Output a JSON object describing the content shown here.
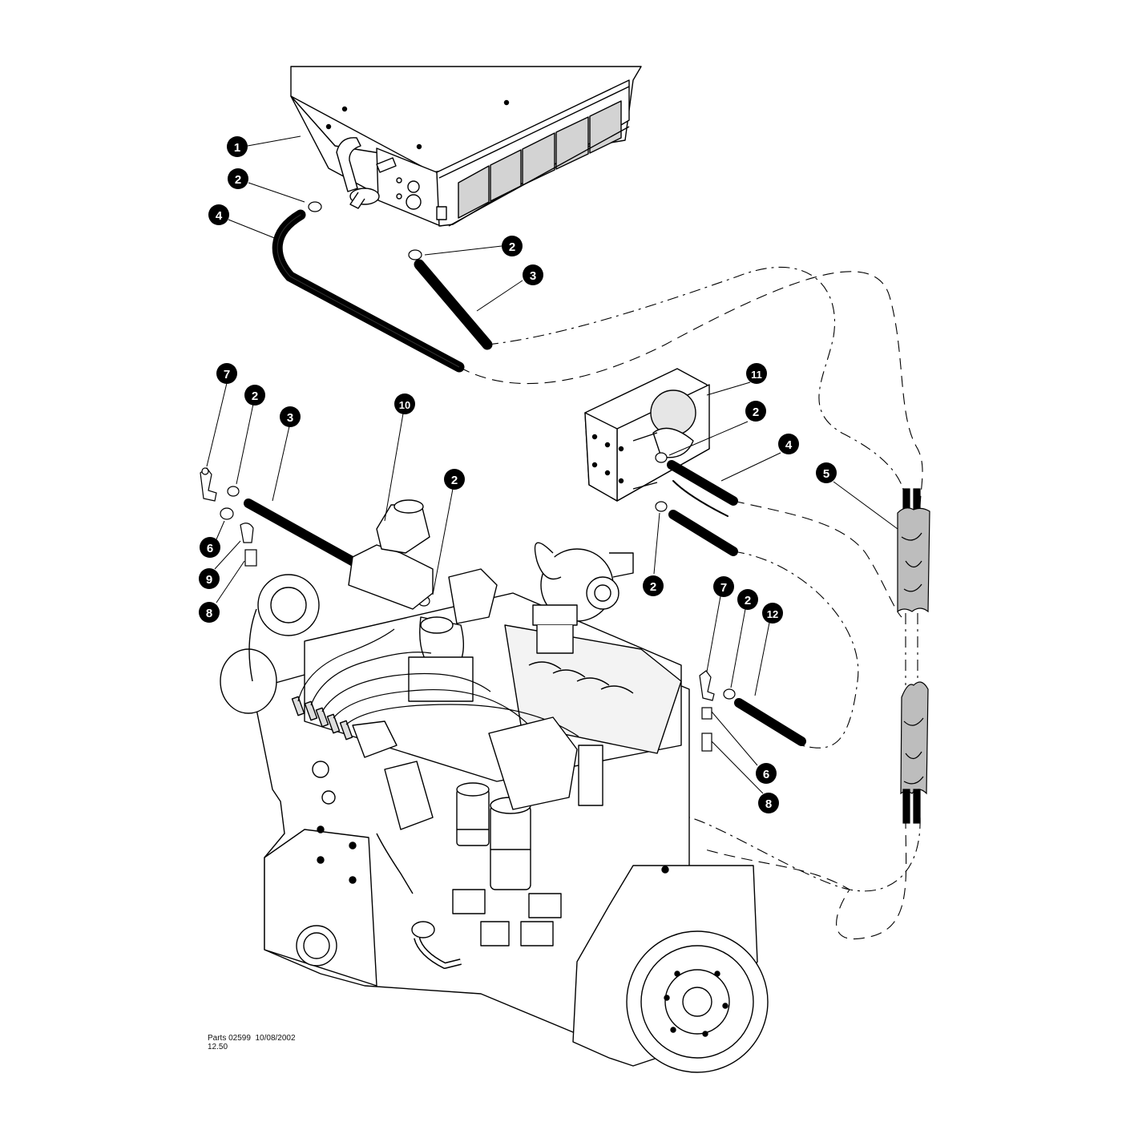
{
  "diagram": {
    "callouts": [
      {
        "num": "1"
      },
      {
        "num": "2"
      },
      {
        "num": "4"
      },
      {
        "num": "2"
      },
      {
        "num": "3"
      },
      {
        "num": "7"
      },
      {
        "num": "2"
      },
      {
        "num": "3"
      },
      {
        "num": "10"
      },
      {
        "num": "2"
      },
      {
        "num": "6"
      },
      {
        "num": "9"
      },
      {
        "num": "8"
      },
      {
        "num": "11"
      },
      {
        "num": "2"
      },
      {
        "num": "4"
      },
      {
        "num": "5"
      },
      {
        "num": "2"
      },
      {
        "num": "7"
      },
      {
        "num": "2"
      },
      {
        "num": "12"
      },
      {
        "num": "6"
      },
      {
        "num": "8"
      }
    ]
  },
  "footer": {
    "line1": "Parts 02599  10/08/2002",
    "line2": "12.50"
  }
}
